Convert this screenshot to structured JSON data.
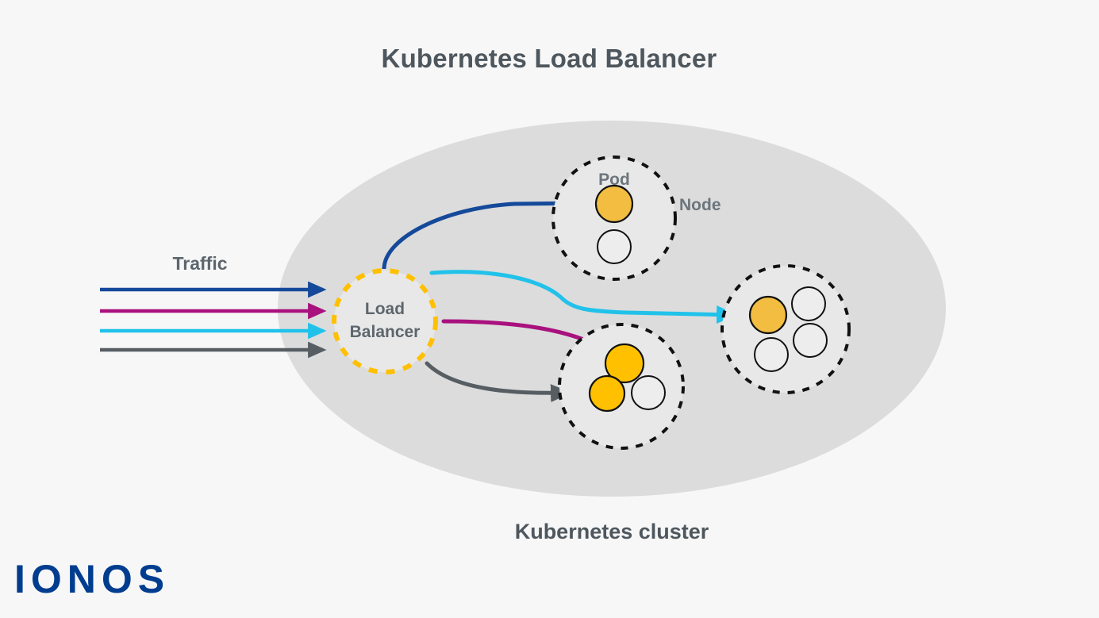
{
  "page": {
    "title": "Kubernetes Load Balancer",
    "caption": "Kubernetes cluster",
    "background_color": "#F7F7F7",
    "title_color": "#4E575E"
  },
  "cluster": {
    "label": "Kubernetes cluster",
    "fill_color": "#DCDCDC"
  },
  "load_balancer": {
    "label_line1": "Load",
    "label_line2": "Balancer",
    "border_color": "#FFC000",
    "fill_color": "#E8E8E8",
    "border_style": "dashed"
  },
  "traffic": {
    "label": "Traffic",
    "arrows": [
      {
        "name": "traffic-arrow-blue",
        "color": "#15499A"
      },
      {
        "name": "traffic-arrow-magenta",
        "color": "#A9117E"
      },
      {
        "name": "traffic-arrow-cyan",
        "color": "#21C2EA"
      },
      {
        "name": "traffic-arrow-gray",
        "color": "#575E63"
      }
    ]
  },
  "labels": {
    "pod": "Pod",
    "node": "Node",
    "label_color": "#6C757C"
  },
  "nodes": [
    {
      "name": "node-top",
      "callout": "Node",
      "pod_callout": "Pod",
      "pods": [
        {
          "state": "active",
          "color": "#F2BD41"
        },
        {
          "state": "idle",
          "color": "#EDEDED"
        }
      ]
    },
    {
      "name": "node-bottom",
      "pods": [
        {
          "state": "active",
          "color": "#FFC000"
        },
        {
          "state": "active",
          "color": "#FFC000"
        },
        {
          "state": "idle",
          "color": "#EDEDED"
        }
      ]
    },
    {
      "name": "node-right",
      "pods": [
        {
          "state": "active",
          "color": "#F2BD41"
        },
        {
          "state": "idle",
          "color": "#EDEDED"
        },
        {
          "state": "idle",
          "color": "#EDEDED"
        },
        {
          "state": "idle",
          "color": "#EDEDED"
        }
      ]
    }
  ],
  "routes": [
    {
      "name": "route-blue",
      "color": "#15499A",
      "from": "load-balancer",
      "to": "node-top"
    },
    {
      "name": "route-cyan",
      "color": "#21C2EA",
      "from": "load-balancer",
      "to": "node-right"
    },
    {
      "name": "route-magenta",
      "color": "#A9117E",
      "from": "load-balancer",
      "to": "node-bottom"
    },
    {
      "name": "route-gray",
      "color": "#575E63",
      "from": "load-balancer",
      "to": "node-bottom"
    }
  ],
  "logo": {
    "text": "IONOS",
    "color": "#003D8F"
  }
}
